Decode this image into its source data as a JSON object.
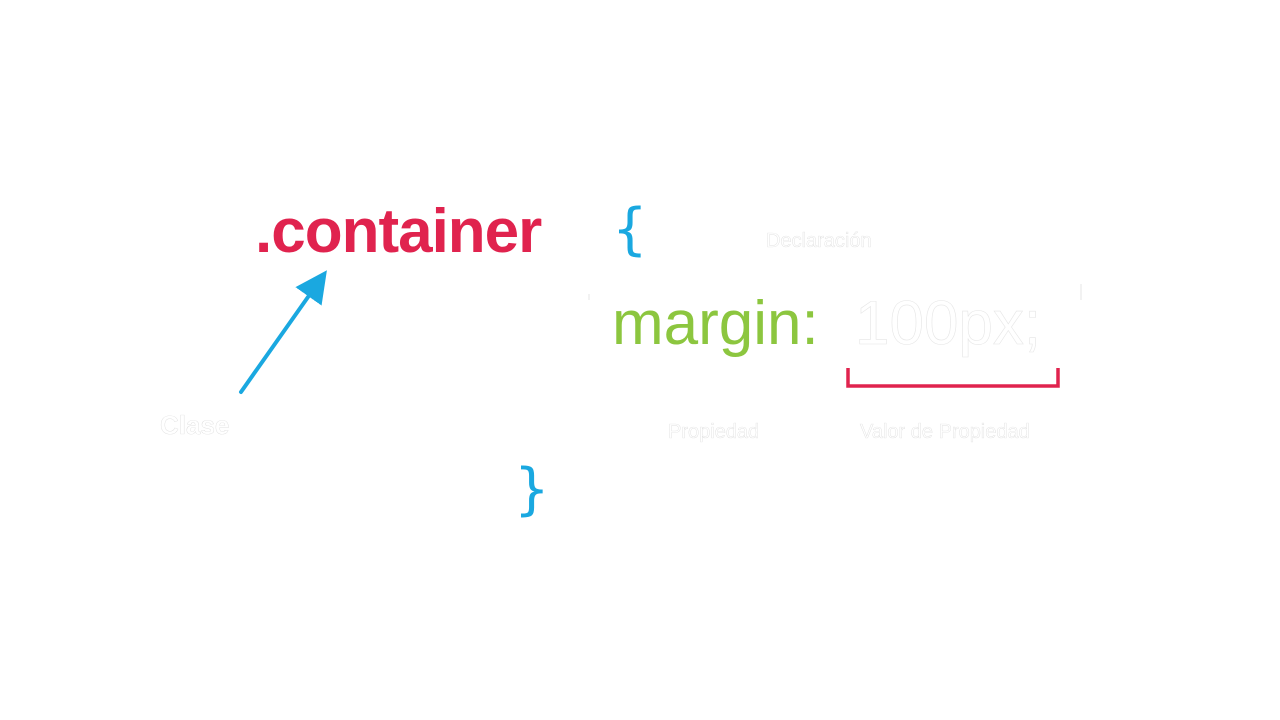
{
  "code": {
    "selector": ".container",
    "open_brace": "{",
    "property": "margin:",
    "value": "100px;",
    "close_brace": "}"
  },
  "labels": {
    "declaration": "Declaración",
    "class": "Clase",
    "property": "Propiedad",
    "property_value": "Valor de Propiedad"
  },
  "colors": {
    "selector": "#e0234e",
    "braces": "#1aa8e0",
    "property": "#8cc63f",
    "value_bracket": "#e0234e",
    "arrow": "#1aa8e0",
    "labels": "#ffffff"
  }
}
